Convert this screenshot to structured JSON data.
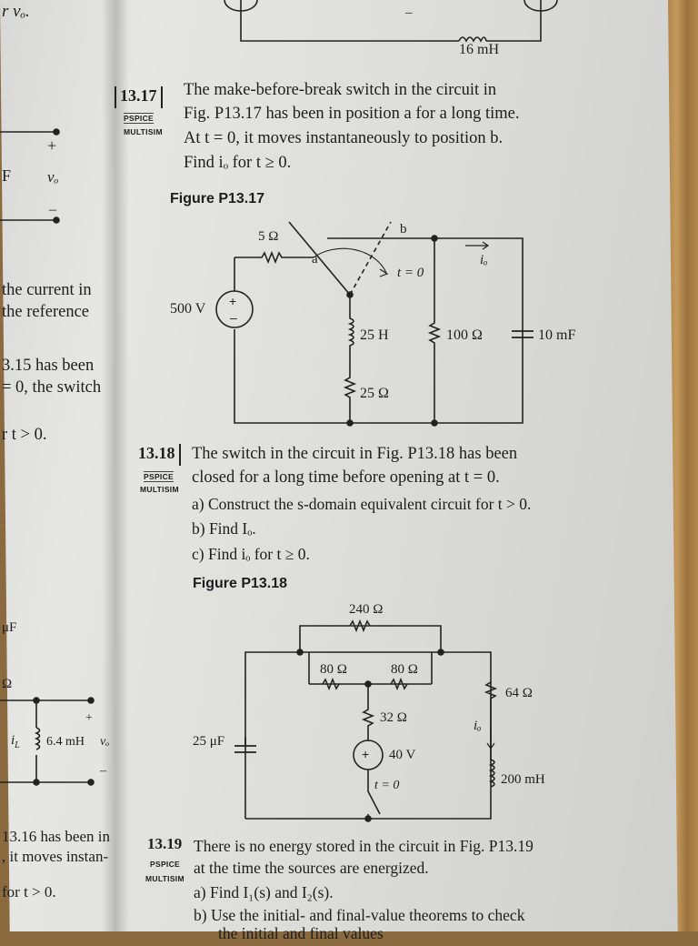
{
  "left_margin": {
    "vo_top": "r vₒ.",
    "plus": "+",
    "F": "F",
    "vo": "vₒ",
    "minus": "–",
    "line1": "the current in",
    "line2": "the reference",
    "line3": "3.15 has been",
    "line4": "= 0, the switch",
    "line5": "r t > 0.",
    "uF": "μF",
    "omega": "Ω",
    "iL": "i",
    "iL_sub": "L",
    "inductor": "6.4 mH",
    "vo2": "vₒ",
    "plus2": "+",
    "minus2": "–",
    "line6": "13.16 has been in",
    "line7": ", it moves instan-",
    "line8": "for t > 0."
  },
  "top_fig": {
    "inductor": "16 mH",
    "minus": "–"
  },
  "p1317": {
    "number": "13.17",
    "tag_pspice": "PSPICE",
    "tag_multisim": "MULTISIM",
    "line1": "The make-before-break switch in the circuit in",
    "line2": "Fig. P13.17 has been in position a for a long time.",
    "line3": "At t = 0, it moves instantaneously to position b.",
    "line4": "Find iₒ for t ≥ 0.",
    "figure": "Figure P13.17",
    "r5": "5 Ω",
    "a": "a",
    "b": "b",
    "t0": "t = 0",
    "io": "iₒ",
    "v500": "500 V",
    "L25": "25 H",
    "R100": "100 Ω",
    "C10": "10 mF",
    "R25": "25 Ω"
  },
  "p1318": {
    "number": "13.18",
    "tag_pspice": "PSPICE",
    "tag_multisim": "MULTISIM",
    "line1": "The switch in the circuit in Fig. P13.18 has been",
    "line2": "closed for a long time before opening at t = 0.",
    "a": "a)  Construct the s-domain equivalent circuit for t > 0.",
    "b": "b)  Find Iₒ.",
    "c": "c)  Find iₒ for t ≥ 0.",
    "figure": "Figure P13.18",
    "R240": "240 Ω",
    "R80a": "80 Ω",
    "R80b": "80 Ω",
    "R64": "64 Ω",
    "R32": "32 Ω",
    "io": "iₒ",
    "C25": "25 μF",
    "V40": "40 V",
    "t0": "t = 0",
    "L200": "200 mH"
  },
  "p1319": {
    "number": "13.19",
    "tag_pspice": "PSPICE",
    "tag_multisim": "MULTISIM",
    "line1": "There is no energy stored in the circuit in Fig. P13.19",
    "line2": "at the time the sources are energized.",
    "a": "a)  Find I₁(s) and I₂(s).",
    "b": "b)  Use the initial- and final-value theorems to check",
    "c": "the initial and final values"
  }
}
